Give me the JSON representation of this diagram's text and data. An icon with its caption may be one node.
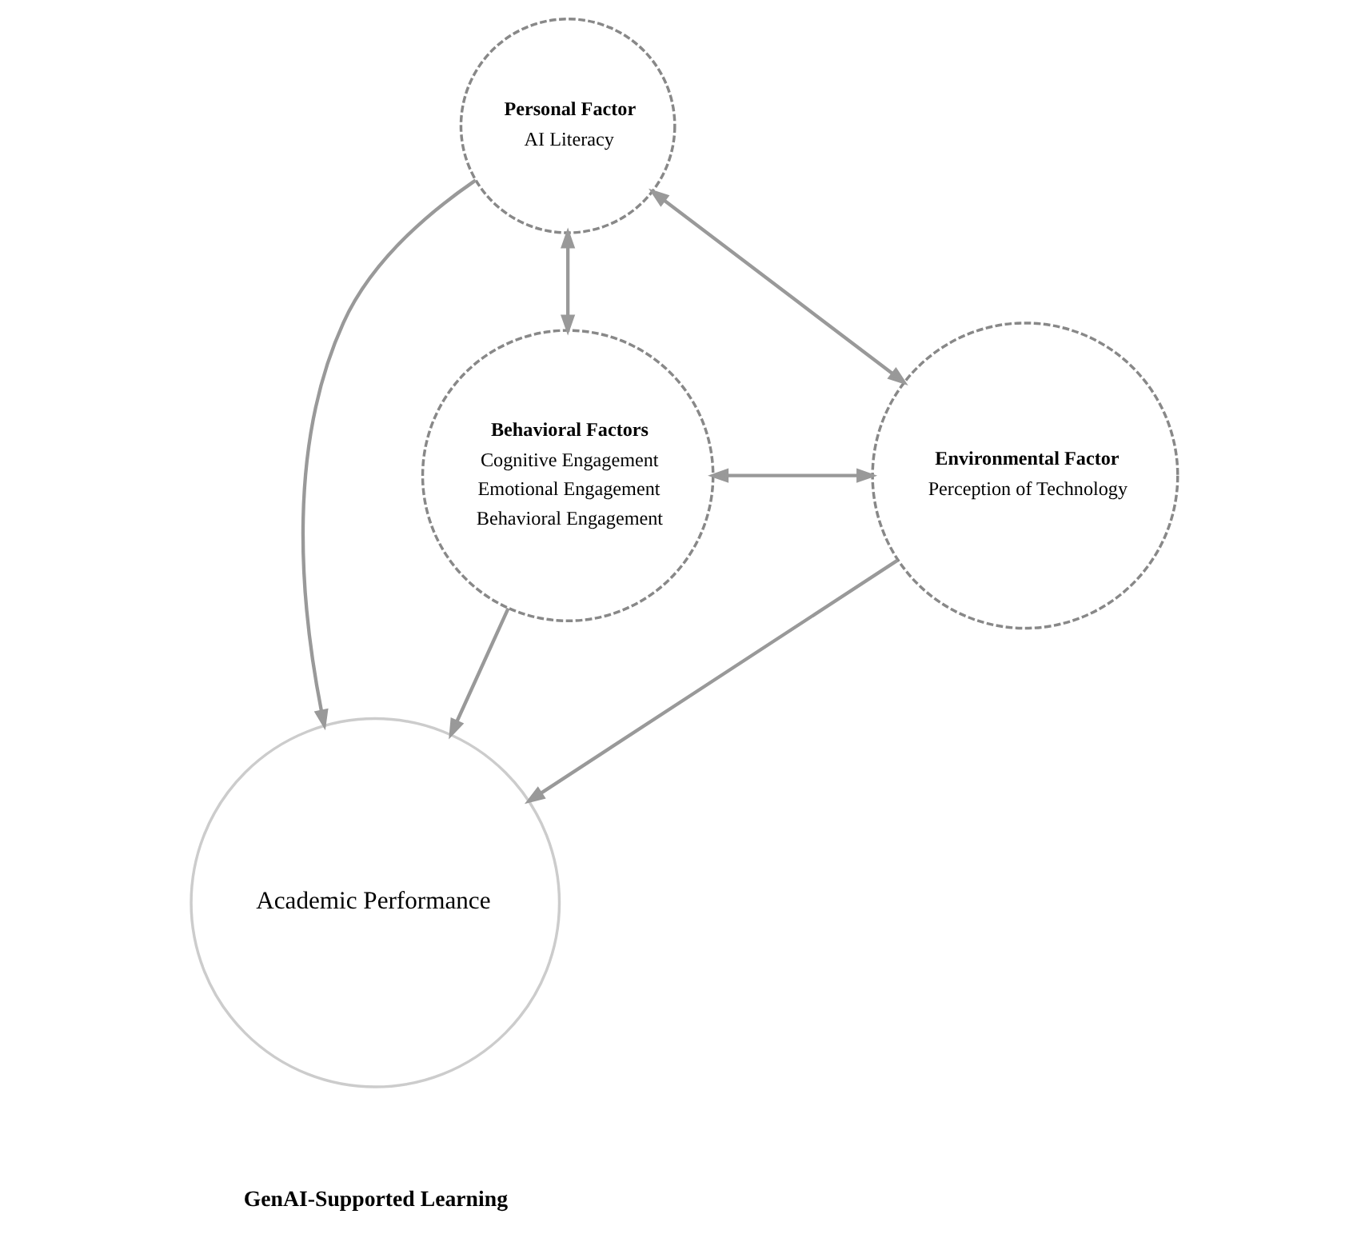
{
  "diagram": {
    "nodes": [
      {
        "text": [
          "Personal Factor",
          "AI Literacy"
        ]
      },
      {
        "text": [
          "Academic Performance"
        ]
      },
      {
        "text": [
          "Behavioral Factors",
          "Cognitive Engagement",
          "Emotional Engagement",
          "Behavioral Engagement"
        ]
      },
      {
        "text": [
          "Environmental Factor",
          "Perception of Technology"
        ]
      }
    ],
    "edges": [
      {
        "from": 0,
        "to": 1,
        "arrow": "to"
      },
      {
        "from": 2,
        "to": 1,
        "arrow": "to"
      },
      {
        "from": 3,
        "to": 1,
        "arrow": "to"
      },
      {
        "from": 0,
        "to": 2,
        "arrow": "both"
      },
      {
        "from": 0,
        "to": 3,
        "arrow": "both"
      },
      {
        "from": 2,
        "to": 3,
        "arrow": "both"
      }
    ],
    "labels": [
      "GenAI-Supported Learning"
    ]
  }
}
